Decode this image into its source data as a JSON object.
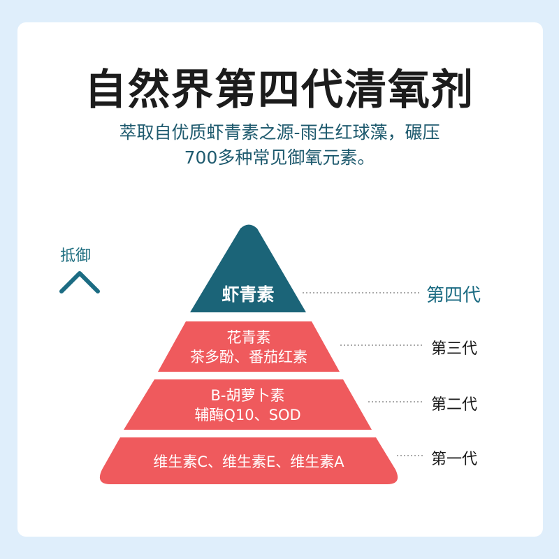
{
  "title": "自然界第四代清氧剂",
  "subtitle": {
    "line1": "萃取自优质虾青素之源-雨生红球藻，碾压",
    "line2": "700多种常见御氧元素。"
  },
  "axis_label": "抵御",
  "tiers": [
    {
      "lines": [
        "虾青素"
      ],
      "generation": "第四代"
    },
    {
      "lines": [
        "花青素",
        "茶多酚、番茄红素"
      ],
      "generation": "第三代"
    },
    {
      "lines": [
        "B-胡萝卜素",
        "辅酶Q10、SOD"
      ],
      "generation": "第二代"
    },
    {
      "lines": [
        "维生素C、维生素E、维生素A"
      ],
      "generation": "第一代"
    }
  ],
  "colors": {
    "top_tier": "#1b6478",
    "lower_tier": "#ef5a5d",
    "arrow_top": "#1c6c83",
    "arrow_bottom": "#f06a7a",
    "background": "#dfeefb"
  }
}
